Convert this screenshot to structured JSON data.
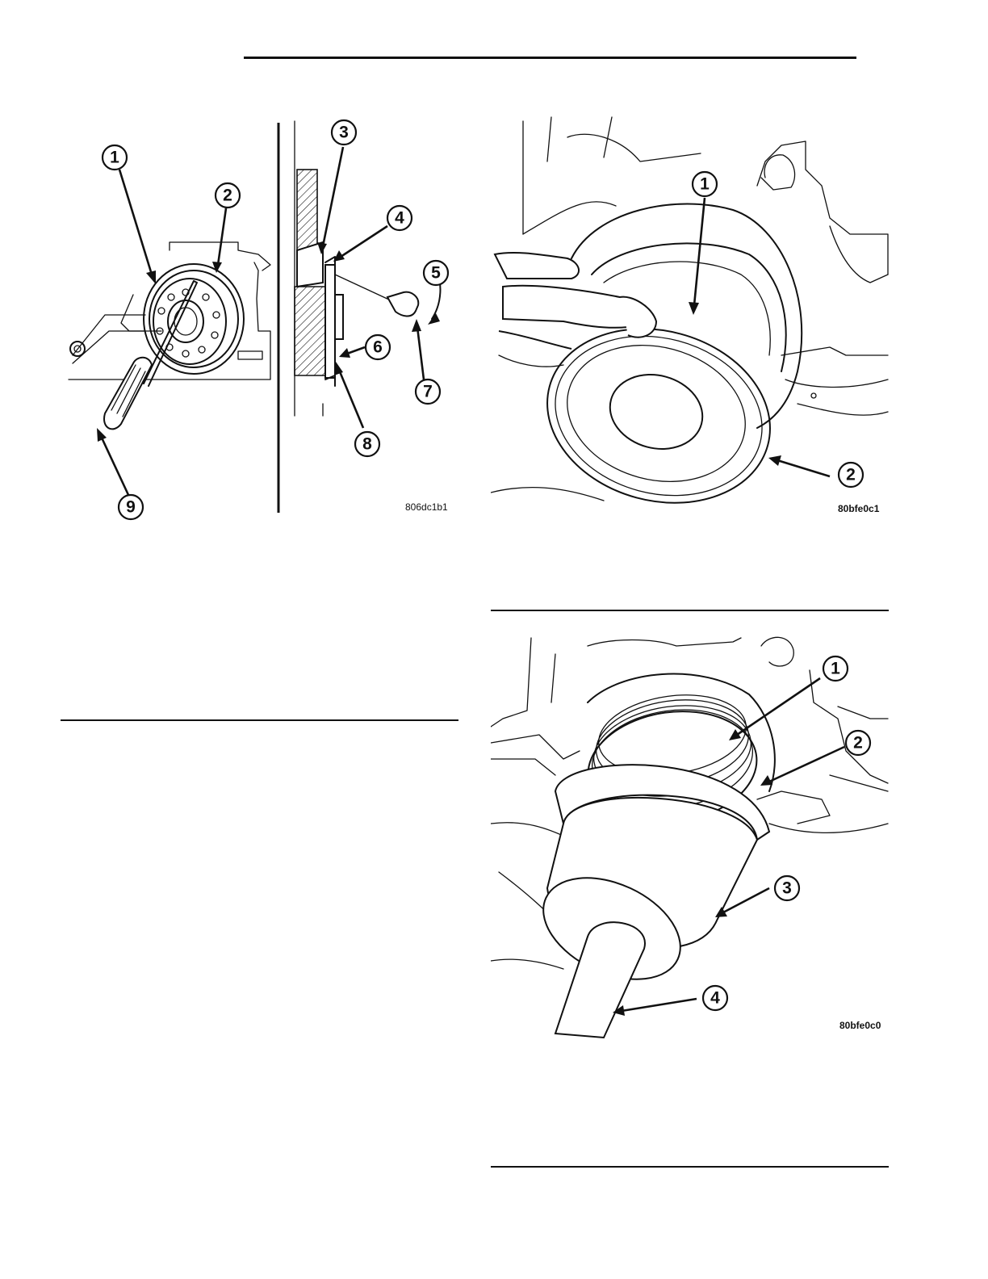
{
  "header_rule": true,
  "figures": [
    {
      "id": "seal-removal",
      "code": "806dc1b1",
      "callouts": [
        "1",
        "2",
        "3",
        "4",
        "5",
        "6",
        "7",
        "8",
        "9"
      ]
    },
    {
      "id": "seal-position",
      "code": "80bfe0c1",
      "callouts": [
        "1",
        "2"
      ]
    },
    {
      "id": "seal-install-tool",
      "code": "80bfe0c0",
      "callouts": [
        "1",
        "2",
        "3",
        "4"
      ]
    }
  ]
}
